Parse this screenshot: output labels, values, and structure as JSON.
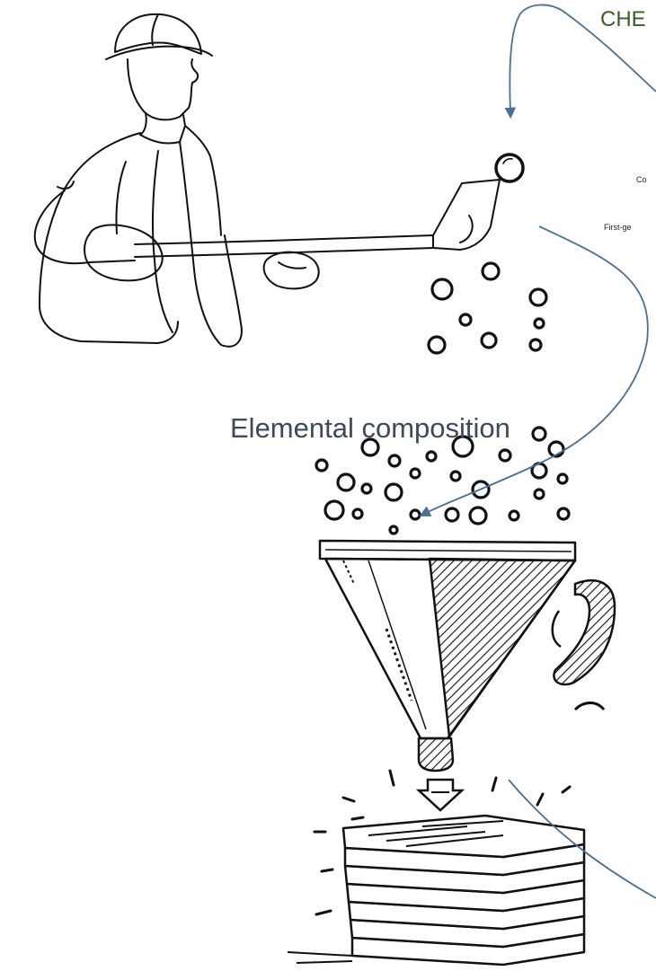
{
  "labels": {
    "title_fragment": "CHE",
    "elemental_composition": "Elemental composition",
    "cut_label_1": "Co",
    "cut_label_2": "First-ge"
  },
  "colors": {
    "arrow": "#4a6f94",
    "title": "#3a5e25",
    "caption": "#3c4a5c",
    "ink": "#111111"
  },
  "illustrations": [
    "worker-with-shovel-line-art",
    "falling-particles",
    "funnel-sketch",
    "paper-stack-sketch"
  ]
}
